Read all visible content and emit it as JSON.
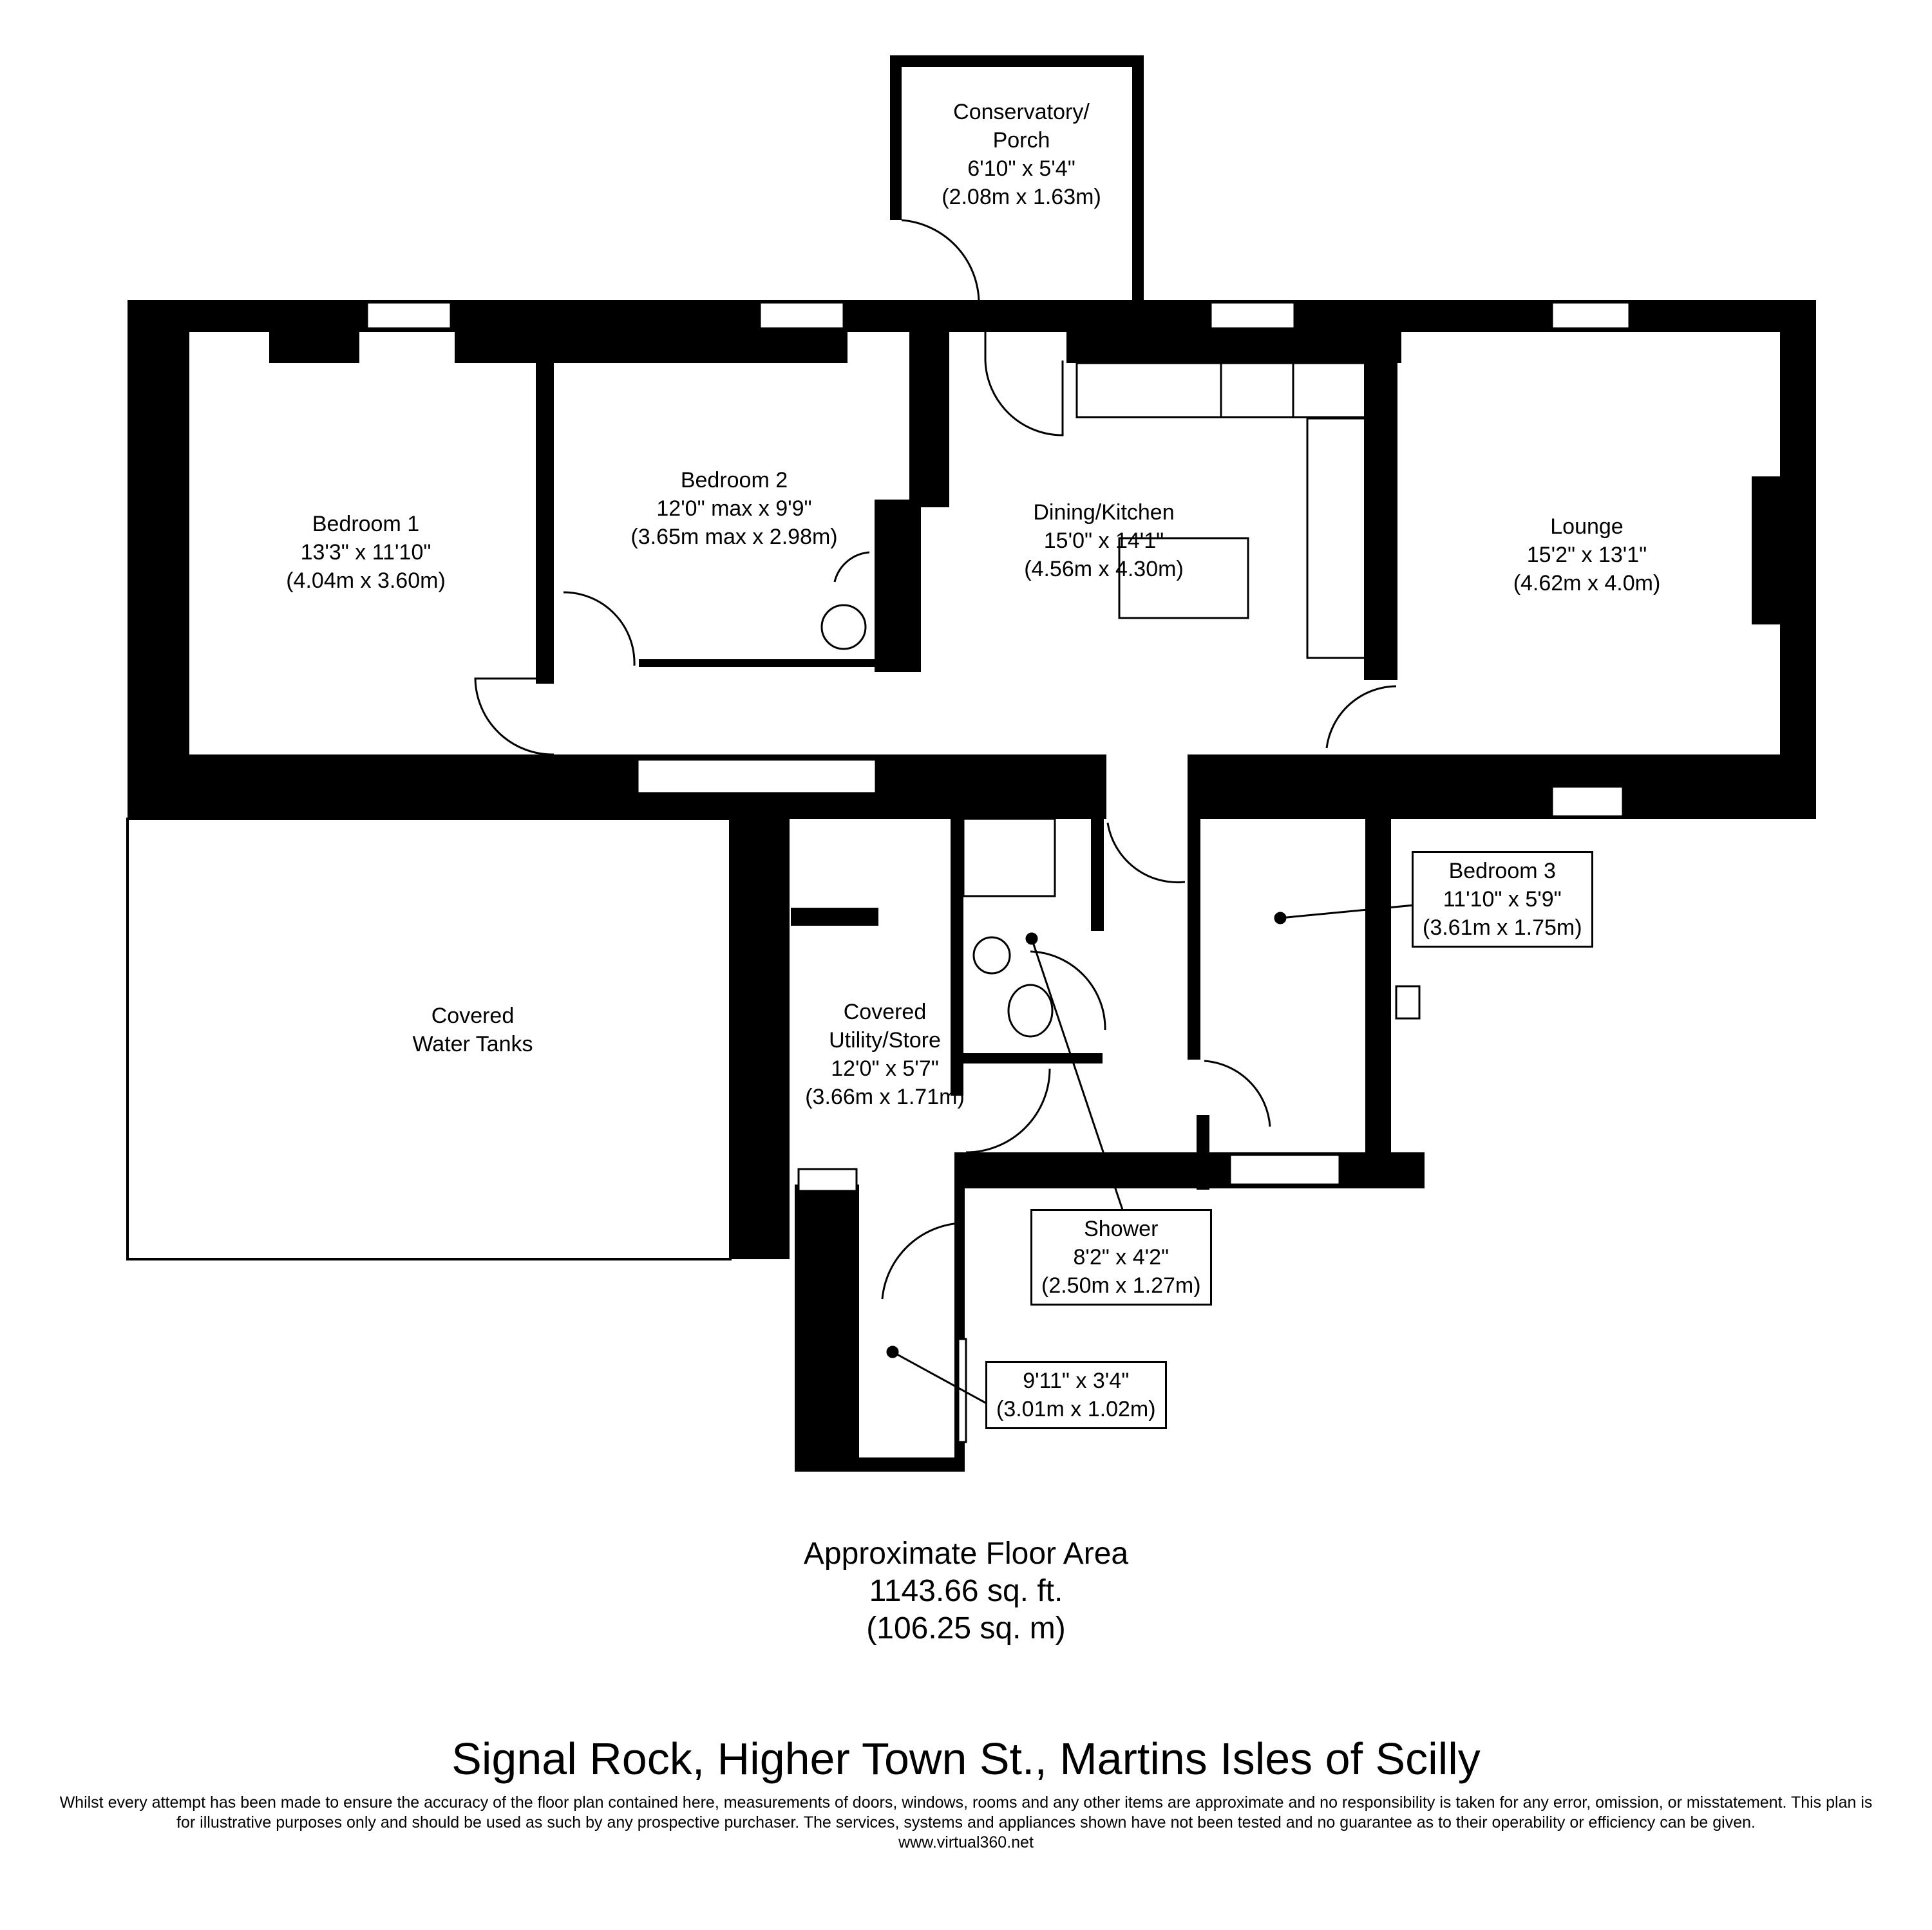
{
  "rooms": {
    "conservatory": {
      "name": "Conservatory/",
      "name2": "Porch",
      "imperial": "6'10\" x 5'4\"",
      "metric": "(2.08m x 1.63m)"
    },
    "bedroom1": {
      "name": "Bedroom 1",
      "imperial": "13'3\" x 11'10\"",
      "metric": "(4.04m x 3.60m)"
    },
    "bedroom2": {
      "name": "Bedroom 2",
      "imperial": "12'0\" max x 9'9\"",
      "metric": "(3.65m max x 2.98m)"
    },
    "dining": {
      "name": "Dining/Kitchen",
      "imperial": "15'0\" x 14'1\"",
      "metric": "(4.56m x 4.30m)"
    },
    "lounge": {
      "name": "Lounge",
      "imperial": "15'2\" x 13'1\"",
      "metric": "(4.62m x 4.0m)"
    },
    "bedroom3": {
      "name": "Bedroom 3",
      "imperial": "11'10\" x 5'9\"",
      "metric": "(3.61m x 1.75m)"
    },
    "tanks": {
      "name": "Covered",
      "name2": "Water Tanks"
    },
    "utility": {
      "name": "Covered",
      "name2": "Utility/Store",
      "imperial": "12'0\"  x 5'7\"",
      "metric": "(3.66m x 1.71m)"
    },
    "shower": {
      "name": "Shower",
      "imperial": "8'2\"  x 4'2\"",
      "metric": "(2.50m x 1.27m)"
    },
    "store": {
      "imperial": "9'11\"  x 3'4\"",
      "metric": "(3.01m x 1.02m)"
    }
  },
  "floor_area": {
    "label": "Approximate Floor Area",
    "sqft": "1143.66 sq. ft.",
    "sqm": "(106.25 sq. m)"
  },
  "address": "Signal Rock, Higher Town St., Martins Isles of Scilly",
  "disclaimer": "Whilst every attempt has been made to ensure the accuracy of the floor plan contained here, measurements of doors, windows, rooms and any other items  are approximate and no responsibility is taken for any error, omission, or misstatement. This plan is for illustrative purposes only and should be used as such by any prospective purchaser. The services, systems and appliances shown have not been tested and no guarantee as to their operability or efficiency can be given.",
  "website": "www.virtual360.net"
}
